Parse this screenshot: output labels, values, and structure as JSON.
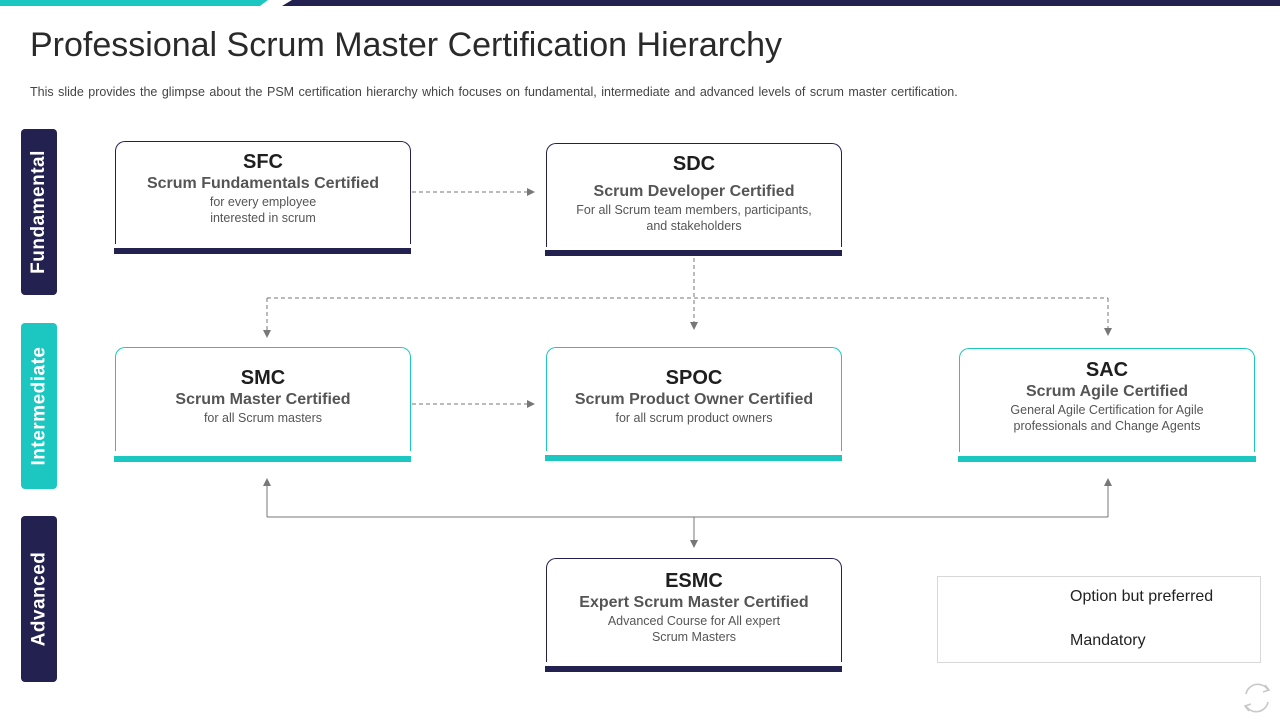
{
  "slide": {
    "title": "Professional Scrum Master Certification Hierarchy",
    "subtitle": "This slide provides  the glimpse about the PSM certification hierarchy which focuses on fundamental,  intermediate and advanced  levels  of scrum master certification."
  },
  "levels": {
    "fundamental": "Fundamental",
    "intermediate": "Intermediate",
    "advanced": "Advanced"
  },
  "boxes": {
    "sfc": {
      "abbr": "SFC",
      "name": "Scrum Fundamentals Certified",
      "desc1": "for every  employee",
      "desc2": "interested in scrum"
    },
    "sdc": {
      "abbr": "SDC",
      "name": "Scrum Developer Certified",
      "desc1": "For all Scrum team members, participants,",
      "desc2": "and stakeholders"
    },
    "smc": {
      "abbr": "SMC",
      "name": "Scrum Master Certified",
      "desc1": "for all Scrum masters"
    },
    "spoc": {
      "abbr": "SPOC",
      "name": "Scrum Product Owner Certified",
      "desc1": "for all scrum product owners"
    },
    "sac": {
      "abbr": "SAC",
      "name": "Scrum Agile Certified",
      "desc1": "General  Agile Certification for Agile",
      "desc2": "professionals  and Change Agents"
    },
    "esmc": {
      "abbr": "ESMC",
      "name": "Expert Scrum Master Certified",
      "desc1": "Advanced  Course  for All expert",
      "desc2": "Scrum Masters"
    }
  },
  "legend": {
    "optional": "Option but preferred",
    "mandatory": "Mandatory"
  },
  "colors": {
    "navy": "#23214f",
    "teal": "#1cc7c1",
    "connector": "#777777"
  },
  "icons": {
    "brand": "refresh-cycle-icon"
  }
}
